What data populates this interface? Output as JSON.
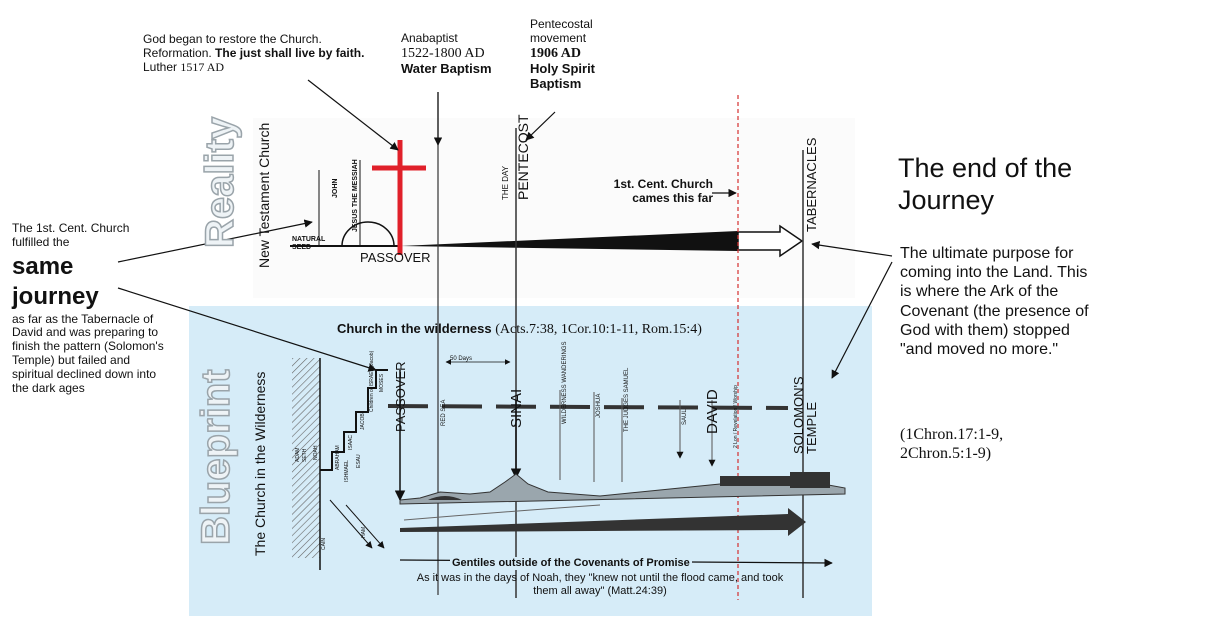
{
  "top_notes": {
    "luther_plain": "God began to restore the Church. Reformation.",
    "luther_bold": "The just shall live by faith.",
    "luther_tail": "Luther",
    "luther_year": "1517 AD",
    "anabaptist_title": "Anabaptist",
    "anabaptist_years": "1522-1800 AD",
    "anabaptist_bold": "Water Baptism",
    "pentecostal_title": "Pentecostal movement",
    "pentecostal_year": "1906 AD",
    "pentecostal_bold": "Holy Spirit Baptism"
  },
  "reality": {
    "side_title": "Reality",
    "row_label": "New Testament Church",
    "natural_seed": "NATURAL SEED",
    "john": "JOHN",
    "jesus": "JESUS THE MESSIAH",
    "passover": "PASSOVER",
    "the_day": "THE DAY",
    "pentecost": "PENTECOST",
    "church_reach": "1st. Cent. Church cames this far",
    "tabernacles": "TABERNACLES"
  },
  "left_note": {
    "intro": "The 1st. Cent. Church fulfilled the",
    "emphasis": "same journey",
    "body": "as far as the Tabernacle of David and was preparing to finish the pattern (Solomon's Temple) but failed and spiritual declined down into the dark ages"
  },
  "right_note": {
    "title": "The end of the Journey",
    "body": "The ultimate purpose for coming into the Land. This is where the Ark of the Covenant (the presence of God with them) stopped \"and moved no more.\"",
    "refs": "(1Chron.17:1-9, 2Chron.5:1-9)"
  },
  "blueprint": {
    "side_title": "Blueprint",
    "row_label": "The Church in the Wilderness",
    "heading_bold": "Church in the wilderness",
    "heading_refs": "(Acts.7:38, 1Cor.10:1-11, Rom.15:4)",
    "fifty_days": "50 Days",
    "passover": "PASSOVER",
    "red_sea": "RED SEA",
    "sinai": "SINAI",
    "wanderings": "WILDERNESS WANDERINGS",
    "joshua": "JOSHUA",
    "judges": "THE JUDGES SAMUEL",
    "saul": "SAUL",
    "david": "DAVID",
    "revelation": "2 Lon / Revelation / Worship",
    "solomons_temple": "SOLOMON'S TEMPLE",
    "patriarchs": [
      "ADAM",
      "SETH",
      "NOAH",
      "ABRAHAM",
      "ISHMAEL",
      "ISAAC",
      "ESAU",
      "JACOB",
      "Children of ISRAEL (Jacob)",
      "MOSES"
    ],
    "cain": "CAIN",
    "ham": "HAM",
    "gentiles_bold": "Gentiles outside of the Covenants of Promise",
    "noah_quote": "As it was in the days of Noah, they \"knew not until the flood came, and took them all away\" (Matt.24:39)"
  },
  "colors": {
    "cross": "#e0202a",
    "blueprint_bg": "#d6ecf8",
    "dashed_line": "#d43030"
  }
}
